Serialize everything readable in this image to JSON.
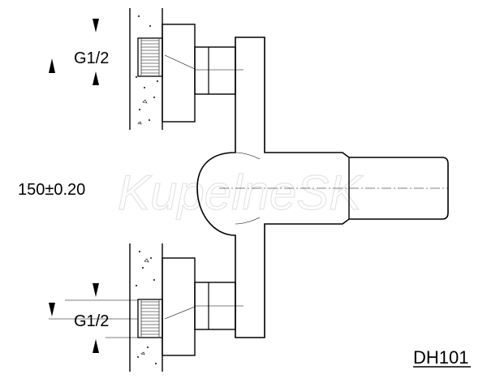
{
  "drawing": {
    "thread_top_label": "G1/2",
    "thread_bottom_label": "G1/2",
    "center_distance_label": "150±0.20",
    "model_code": "DH101",
    "watermark_text": "KupelneSK"
  },
  "colors": {
    "line": "#000000",
    "watermark": "#e4e4e4",
    "background": "#ffffff"
  }
}
